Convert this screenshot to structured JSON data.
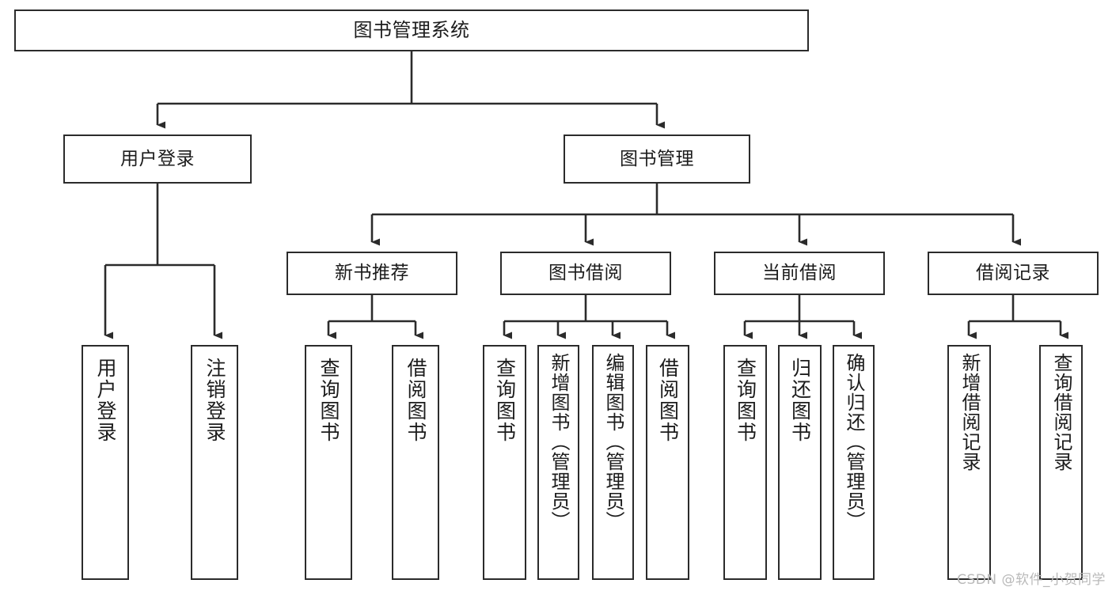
{
  "diagram": {
    "title": "图书管理系统",
    "type": "tree",
    "colors": {
      "node_border": "#2b2b2b",
      "node_fill": "#ffffff",
      "edge": "#2b2b2b",
      "text": "#1c1c1c",
      "watermark": "#b9b9b9",
      "background": "#ffffff"
    },
    "root": {
      "label": "图书管理系统"
    },
    "level2": [
      {
        "label": "用户登录"
      },
      {
        "label": "图书管理"
      }
    ],
    "level3": [
      {
        "label": "新书推荐"
      },
      {
        "label": "图书借阅"
      },
      {
        "label": "当前借阅"
      },
      {
        "label": "借阅记录"
      }
    ],
    "leaves": {
      "user_login": [
        {
          "label": "用户登录"
        },
        {
          "label": "注销登录"
        }
      ],
      "new_book_recommend": [
        {
          "label": "查询图书"
        },
        {
          "label": "借阅图书"
        }
      ],
      "book_borrow": [
        {
          "label": "查询图书"
        },
        {
          "label": "新增图书（管理员）"
        },
        {
          "label": "编辑图书（管理员）"
        },
        {
          "label": "借阅图书"
        }
      ],
      "current_borrow": [
        {
          "label": "查询图书"
        },
        {
          "label": "归还图书"
        },
        {
          "label": "确认归还（管理员）"
        }
      ],
      "borrow_record": [
        {
          "label": "新增借阅记录"
        },
        {
          "label": "查询借阅记录"
        }
      ]
    }
  },
  "watermark": {
    "text": "CSDN @软件_小贺同学"
  }
}
